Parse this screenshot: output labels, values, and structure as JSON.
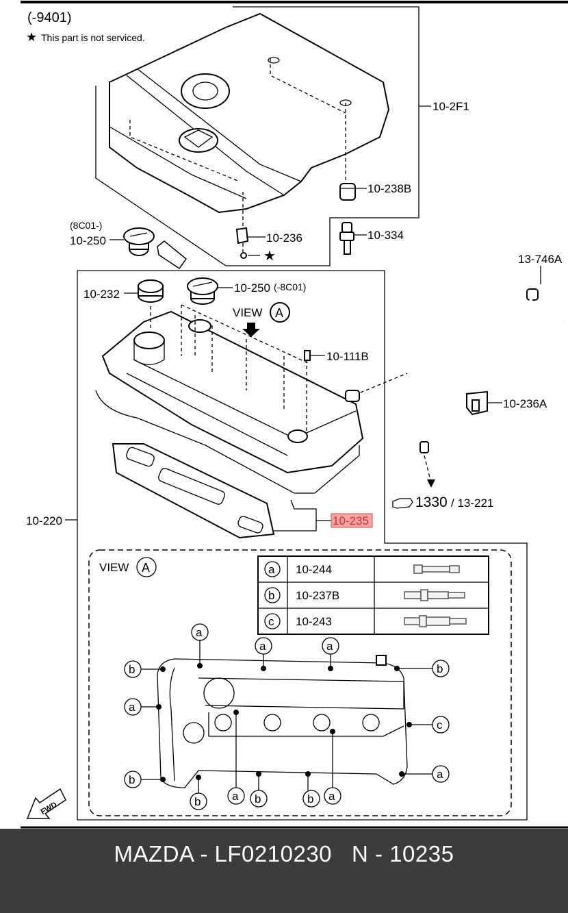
{
  "diagram": {
    "year_note": "(-9401)",
    "not_serviced_note": "This part is not serviced.",
    "view_label": "VIEW",
    "view_letter": "A",
    "fwd_label": "FWD",
    "star_symbol": "★",
    "refs": {
      "engine_cover": "10-2F1",
      "grommet": "10-238B",
      "stud": "10-334",
      "clip": "10-236",
      "oil_cap_note": "(8C01-)",
      "oil_cap_left": "10-250",
      "plug": "10-232",
      "oil_cap_right": "10-250",
      "oil_cap_right_note": "(-8C01)",
      "bolt_b": "10-111B",
      "hose": "13-746A",
      "hose_clip": "10-236A",
      "hose_ref_1": "1330",
      "hose_ref_2": "/ 13-221",
      "cover_assembly": "10-220",
      "gasket": "10-235"
    },
    "highlight_color": "#f7a3a3",
    "bolt_table": [
      {
        "letter": "a",
        "part": "10-244"
      },
      {
        "letter": "b",
        "part": "10-237B"
      },
      {
        "letter": "c",
        "part": "10-243"
      }
    ]
  },
  "footer": {
    "title": "MAZDA - LF0210230   N - 10235"
  }
}
